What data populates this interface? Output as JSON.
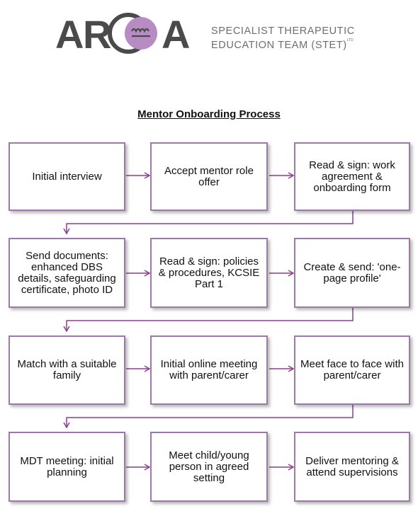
{
  "header": {
    "logo_text": "AR A",
    "org_line_1": "SPECIALIST THERAPEUTIC",
    "org_line_2": "EDUCATION TEAM (STET)",
    "org_suffix": "LTD",
    "colors": {
      "logo_dark": "#4a4a4a",
      "logo_purple": "#b78cc4",
      "text_grey": "#6e6e6e"
    }
  },
  "title": "Mentor Onboarding Process",
  "colors": {
    "box_border": "#9b7aa6",
    "connector": "#8b3f8d"
  },
  "rows": [
    {
      "steps": [
        "Initial interview",
        "Accept mentor role offer",
        "Read & sign: work agreement & onboarding form"
      ]
    },
    {
      "steps": [
        "Send documents: enhanced DBS details, safeguarding certificate, photo ID",
        "Read & sign: policies & procedures, KCSIE Part 1",
        "Create & send: 'one-page profile'"
      ]
    },
    {
      "steps": [
        "Match with a suitable family",
        "Initial online meeting with parent/carer",
        "Meet face to face with parent/carer"
      ]
    },
    {
      "steps": [
        "MDT meeting: initial planning",
        "Meet child/young person in agreed setting",
        "Deliver mentoring & attend supervisions"
      ]
    }
  ]
}
